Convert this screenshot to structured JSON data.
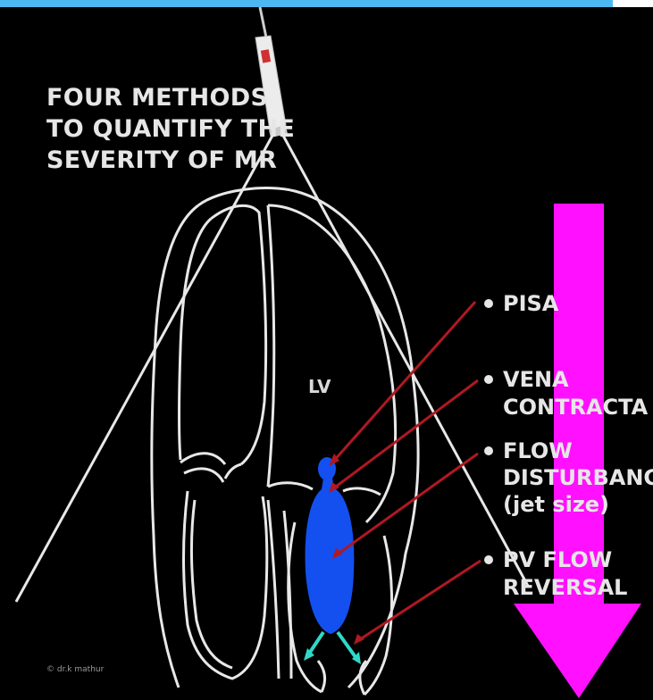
{
  "title": {
    "line1": "FOUR METHODS",
    "line2": "TO QUANTIFY THE",
    "line3": "SEVERITY OF MR"
  },
  "chamber_label": "LV",
  "methods": [
    {
      "lines": [
        "PISA"
      ]
    },
    {
      "lines": [
        "VENA",
        "CONTRACTA"
      ]
    },
    {
      "lines": [
        "FLOW",
        "DISTURBANCE",
        "(jet size)"
      ]
    },
    {
      "lines": [
        "PV FLOW",
        "REVERSAL"
      ]
    }
  ],
  "credit": "© dr.k mathur",
  "colors": {
    "background": "#000000",
    "outline": "#e8e8e8",
    "jet": "#1450f0",
    "pointer": "#b01822",
    "arrow": "#ff10ff",
    "pv_flow": "#30d8c8",
    "top_bar": "#4db8f0"
  }
}
